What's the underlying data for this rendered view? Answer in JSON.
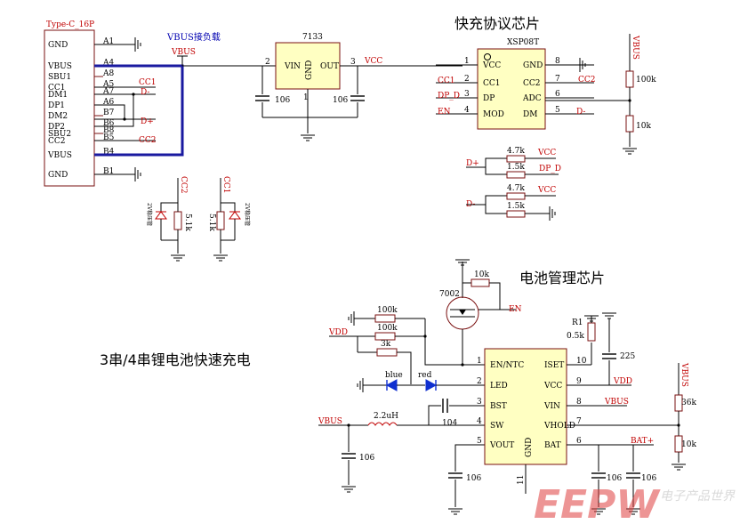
{
  "titles": {
    "fast_charge_chip": "快充协议芯片",
    "battery_chip": "电池管理芯片",
    "battery_charge": "3串/4串锂电池快速充电",
    "vbus_load": "VBUS接负载"
  },
  "typec": {
    "name": "Type-C_16P",
    "pins": [
      "GND",
      "VBUS",
      "SBU1",
      "CC1",
      "DM1",
      "DP1",
      "DM2",
      "DP2",
      "SBU2",
      "CC2",
      "VBUS",
      "GND"
    ],
    "pin_ids": [
      "A1",
      "A4",
      "A8",
      "A5",
      "A7",
      "A6",
      "B7",
      "B6",
      "B8",
      "B5",
      "B4",
      "B1"
    ]
  },
  "ldo": {
    "name": "7133",
    "vin": "VIN",
    "gnd": "GND",
    "out": "OUT",
    "pin2": "2",
    "pin3": "3",
    "pin_gnd": "1",
    "cap1": "106",
    "cap2": "106"
  },
  "xsp": {
    "name": "XSP08T",
    "left_pins": [
      "VCC",
      "CC1",
      "DP",
      "MOD"
    ],
    "left_nums": [
      "1",
      "2",
      "3",
      "4"
    ],
    "right_pins": [
      "GND",
      "CC2",
      "ADC",
      "DM"
    ],
    "right_nums": [
      "8",
      "7",
      "6",
      "5"
    ]
  },
  "nets": {
    "vbus": "VBUS",
    "vcc": "VCC",
    "cc1": "CC1",
    "cc2": "CC2",
    "dm": "D-",
    "dp": "D+",
    "dp_d": "DP_D",
    "en": "EN",
    "vdd": "VDD",
    "bat_plus": "BAT+"
  },
  "resistors": {
    "r100k": "100k",
    "r10k": "10k",
    "r47k_a": "4.7k",
    "r15k_a": "1.5k",
    "r47k_b": "4.7k",
    "r15k_b": "1.5k",
    "r51k_a": "5.1k",
    "r51k_b": "5.1k",
    "r10k_top": "10k",
    "r100k_a": "100k",
    "r100k_b": "100k",
    "r3k": "3k",
    "r1_name": "R1",
    "r1_val": "0.5k",
    "r36k": "36k",
    "r10k_vh": "10k"
  },
  "zeners": {
    "z1": "2V稳压管",
    "z2": "2V稳压管"
  },
  "mosfet": {
    "name": "7002"
  },
  "leds": {
    "blue": "blue",
    "red": "red"
  },
  "inductor": {
    "val": "2.2uH"
  },
  "caps": {
    "c225": "225",
    "c104": "104",
    "c106_in": "106",
    "c106_vout": "106",
    "c106_bat1": "106",
    "c106_bat2": "106"
  },
  "bms": {
    "left_pins": [
      "EN/NTC",
      "LED",
      "BST",
      "SW",
      "VOUT"
    ],
    "left_nums": [
      "1",
      "2",
      "3",
      "4",
      "5"
    ],
    "right_pins": [
      "ISET",
      "VCC",
      "VIN",
      "VHOLD",
      "BAT"
    ],
    "right_nums": [
      "10",
      "9",
      "8",
      "7",
      "6"
    ],
    "gnd": "GND",
    "gnd_num": "11"
  },
  "watermark": {
    "logo": "EEPW",
    "text": "电子产品世界"
  }
}
